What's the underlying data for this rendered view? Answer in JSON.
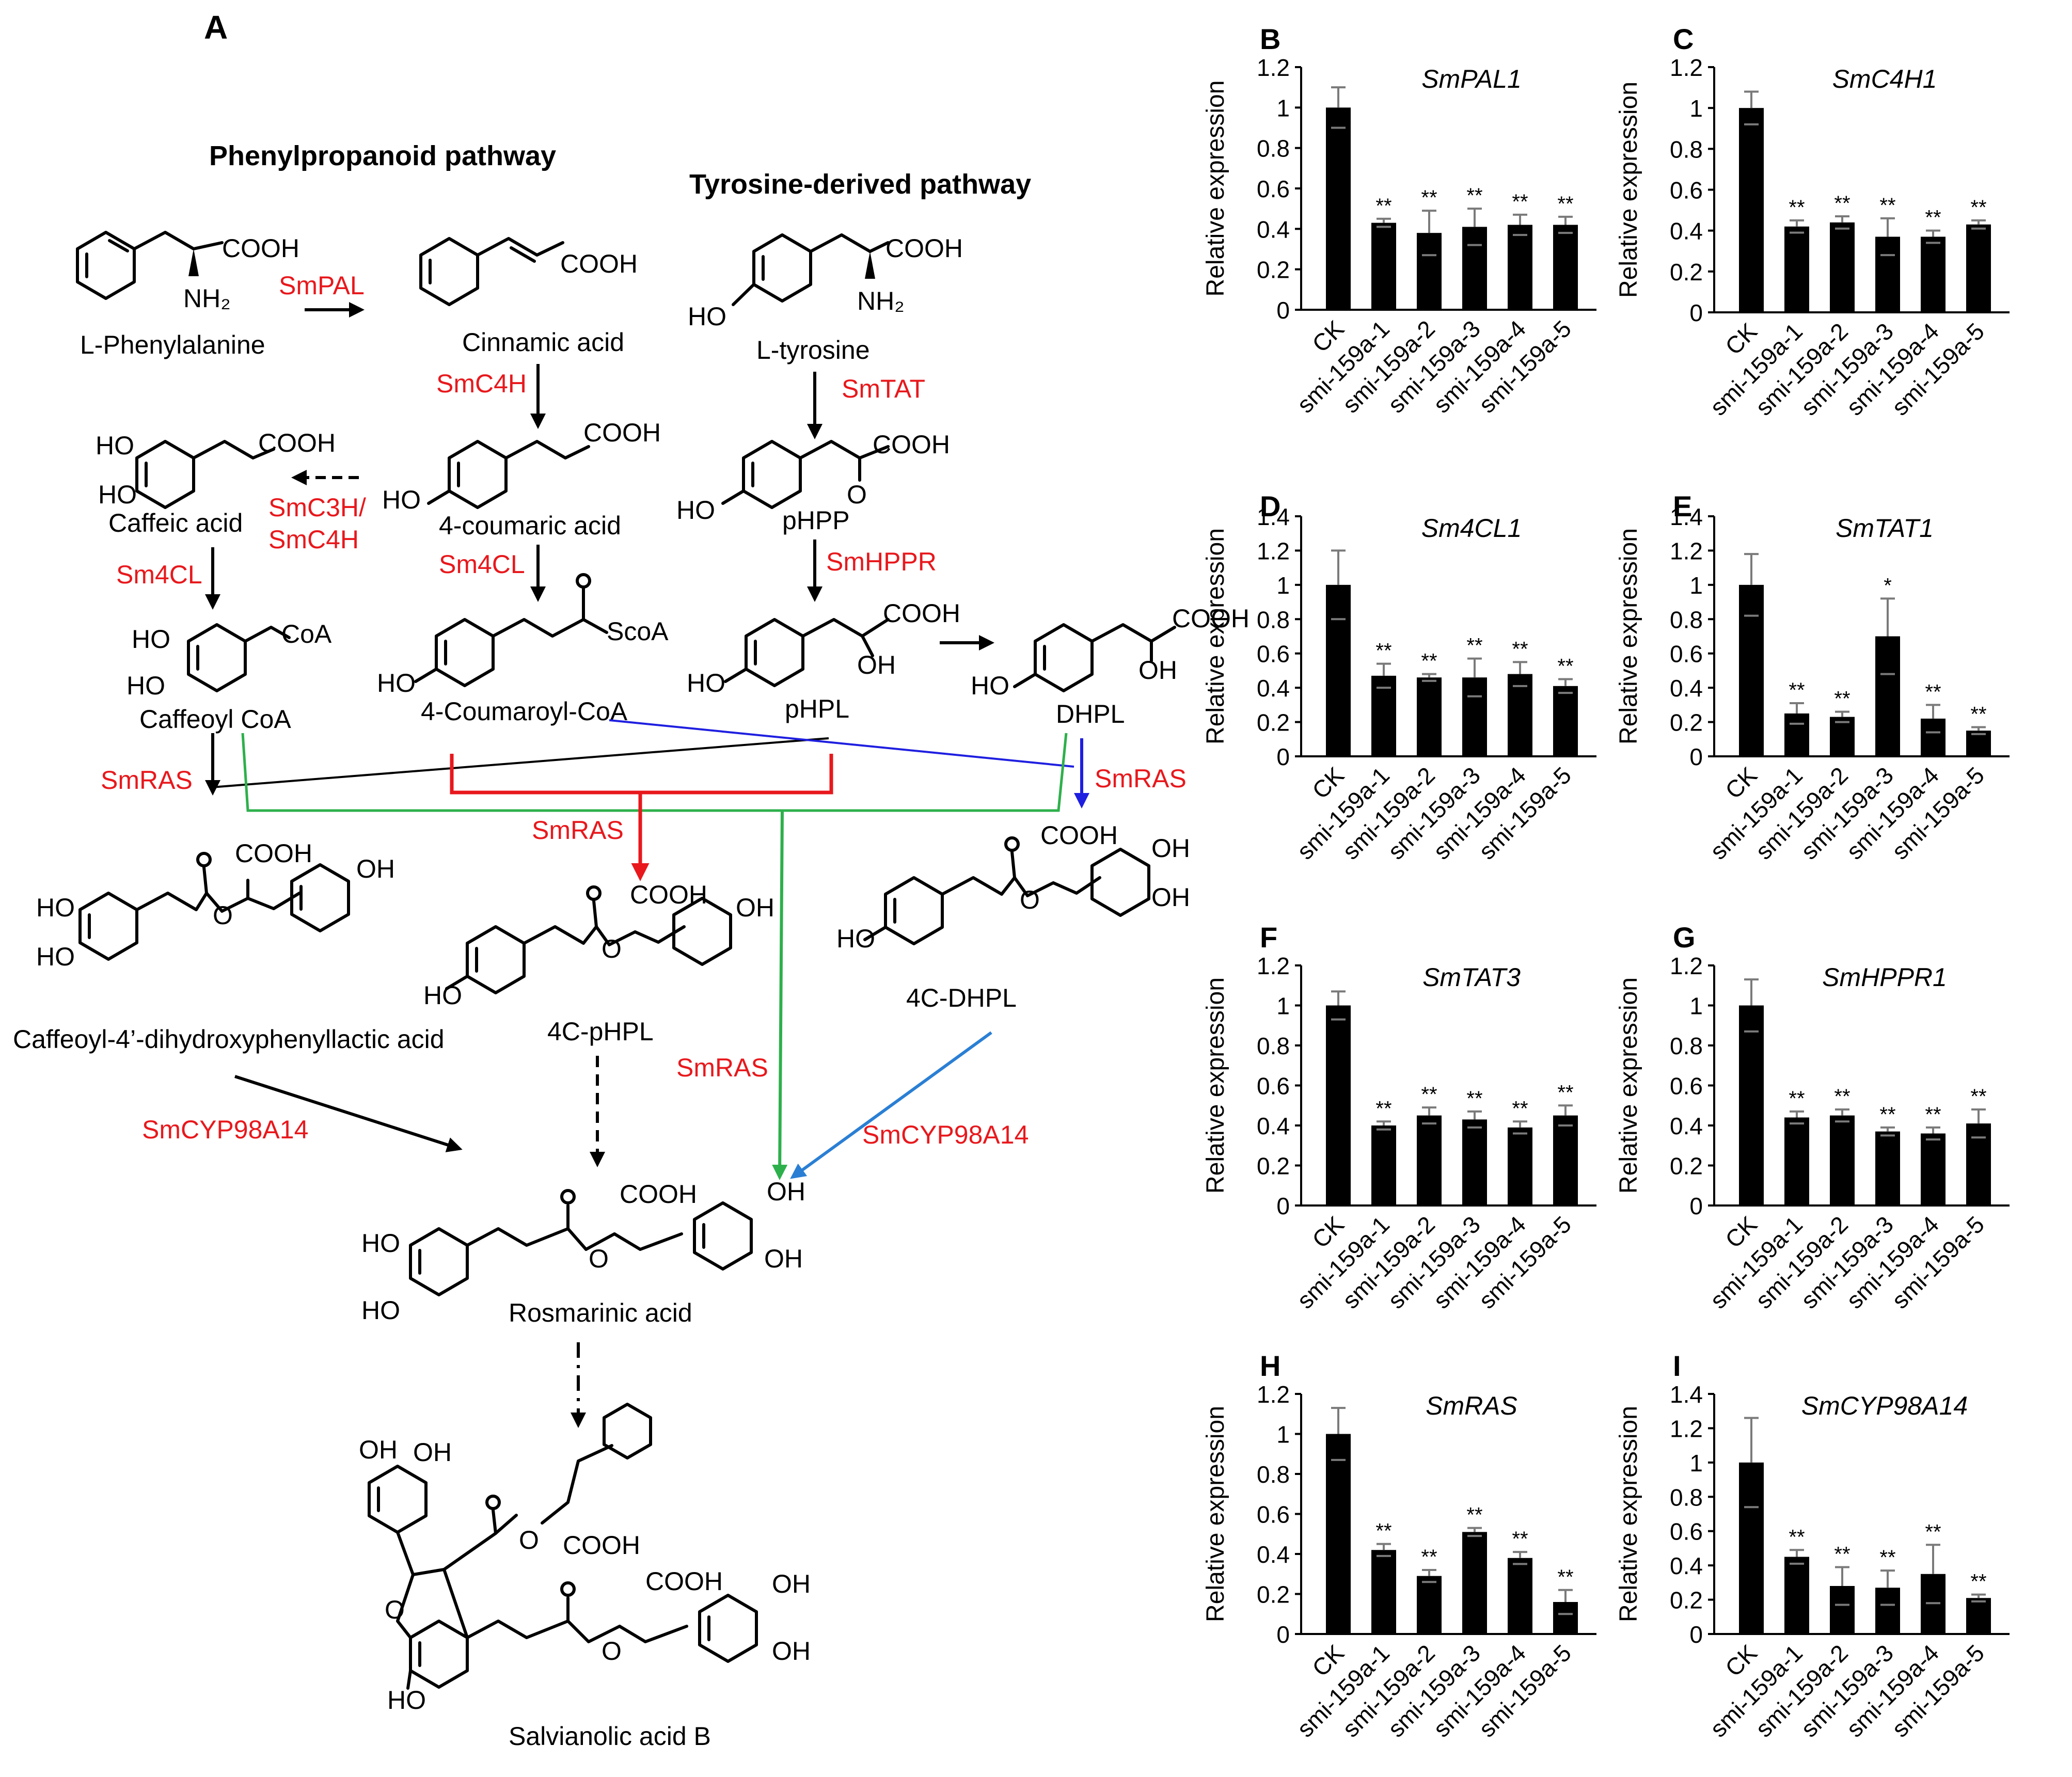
{
  "panel_a": {
    "letter": "A",
    "headers": {
      "phenylpropanoid": "Phenylpropanoid pathway",
      "tyrosine": "Tyrosine-derived pathway"
    },
    "compounds": {
      "phe": "L-Phenylalanine",
      "cinnamic": "Cinnamic acid",
      "tyr": "L-tyrosine",
      "coumaric": "4-coumaric acid",
      "caffeic": "Caffeic acid",
      "php": "pHPP",
      "coumaroyl_coa": "4-Coumaroyl-CoA",
      "caffeoyl_coa": "Caffeoyl CoA",
      "phpl": "pHPL",
      "dhpl": "DHPL",
      "caffeoyl_dhpl": "Caffeoyl-4’-dihydroxyphenyllactic acid",
      "c4_phpl": "4C-pHPL",
      "c4_dhpl": "4C-DHPL",
      "rosmarinic": "Rosmarinic acid",
      "salvianolic": "Salvianolic acid B"
    },
    "enzymes": {
      "pal": "SmPAL",
      "c4h": "SmC4H",
      "tat": "SmTAT",
      "c3h_line1": "SmC3H/",
      "c3h_line2": "SmC4H",
      "cl_left": "Sm4CL",
      "cl_mid": "Sm4CL",
      "hppr": "SmHPPR",
      "ras_left": "SmRAS",
      "ras_right": "SmRAS",
      "ras_mid": "SmRAS",
      "ras_low": "SmRAS",
      "cyp_left": "SmCYP98A14",
      "cyp_right": "SmCYP98A14"
    },
    "groups": {
      "cooh": "COOH",
      "nh2": "NH₂",
      "ho": "HO",
      "oh": "OH",
      "o": "O",
      "coa": "CoA",
      "scoa": "ScoA",
      "cooh_h": "COOH"
    },
    "colors": {
      "enzyme": "#e8181c",
      "ras_red": "#e8181c",
      "green": "#2db04b",
      "blue": "#1f1fe0",
      "cyp_blue": "#2a7fd4"
    }
  },
  "chart_data": [
    {
      "panel": "B",
      "type": "bar",
      "gene": "SmPAL1",
      "categories": [
        "CK",
        "smi-159a-1",
        "smi-159a-2",
        "smi-159a-3",
        "smi-159a-4",
        "smi-159a-5"
      ],
      "values": [
        1.0,
        0.43,
        0.38,
        0.41,
        0.42,
        0.42
      ],
      "errors": [
        0.1,
        0.02,
        0.11,
        0.09,
        0.05,
        0.04
      ],
      "significance": [
        "",
        "**",
        "**",
        "**",
        "**",
        "**"
      ],
      "ylabel": "Relative expression",
      "ylim": [
        0,
        1.2
      ],
      "yticks": [
        "0",
        "0.2",
        "0.4",
        "0.6",
        "0.8",
        "1",
        "1.2"
      ]
    },
    {
      "panel": "C",
      "type": "bar",
      "gene": "SmC4H1",
      "categories": [
        "CK",
        "smi-159a-1",
        "smi-159a-2",
        "smi-159a-3",
        "smi-159a-4",
        "smi-159a-5"
      ],
      "values": [
        1.0,
        0.42,
        0.44,
        0.37,
        0.37,
        0.43
      ],
      "errors": [
        0.08,
        0.03,
        0.03,
        0.09,
        0.03,
        0.02
      ],
      "significance": [
        "",
        "**",
        "**",
        "**",
        "**",
        "**"
      ],
      "ylabel": "Relative expression",
      "ylim": [
        0,
        1.2
      ],
      "yticks": [
        "0",
        "0.2",
        "0.4",
        "0.6",
        "0.8",
        "1",
        "1.2"
      ]
    },
    {
      "panel": "D",
      "type": "bar",
      "gene": "Sm4CL1",
      "categories": [
        "CK",
        "smi-159a-1",
        "smi-159a-2",
        "smi-159a-3",
        "smi-159a-4",
        "smi-159a-5"
      ],
      "values": [
        1.0,
        0.47,
        0.46,
        0.46,
        0.48,
        0.41
      ],
      "errors": [
        0.2,
        0.07,
        0.02,
        0.11,
        0.07,
        0.04
      ],
      "significance": [
        "",
        "**",
        "**",
        "**",
        "**",
        "**"
      ],
      "ylabel": "Relative expression",
      "ylim": [
        0,
        1.4
      ],
      "yticks": [
        "0",
        "0.2",
        "0.4",
        "0.6",
        "0.8",
        "1",
        "1.2",
        "1.4"
      ]
    },
    {
      "panel": "E",
      "type": "bar",
      "gene": "SmTAT1",
      "categories": [
        "CK",
        "smi-159a-1",
        "smi-159a-2",
        "smi-159a-3",
        "smi-159a-4",
        "smi-159a-5"
      ],
      "values": [
        1.0,
        0.25,
        0.23,
        0.7,
        0.22,
        0.15
      ],
      "errors": [
        0.18,
        0.06,
        0.03,
        0.22,
        0.08,
        0.02
      ],
      "significance": [
        "",
        "**",
        "**",
        "*",
        "**",
        "**"
      ],
      "ylabel": "Relative expression",
      "ylim": [
        0,
        1.4
      ],
      "yticks": [
        "0",
        "0.2",
        "0.4",
        "0.6",
        "0.8",
        "1",
        "1.2",
        "1.4"
      ]
    },
    {
      "panel": "F",
      "type": "bar",
      "gene": "SmTAT3",
      "categories": [
        "CK",
        "smi-159a-1",
        "smi-159a-2",
        "smi-159a-3",
        "smi-159a-4",
        "smi-159a-5"
      ],
      "values": [
        1.0,
        0.4,
        0.45,
        0.43,
        0.39,
        0.45
      ],
      "errors": [
        0.07,
        0.02,
        0.04,
        0.04,
        0.03,
        0.05
      ],
      "significance": [
        "",
        "**",
        "**",
        "**",
        "**",
        "**"
      ],
      "ylabel": "Relative expression",
      "ylim": [
        0,
        1.2
      ],
      "yticks": [
        "0",
        "0.2",
        "0.4",
        "0.6",
        "0.8",
        "1",
        "1.2"
      ]
    },
    {
      "panel": "G",
      "type": "bar",
      "gene": "SmHPPR1",
      "categories": [
        "CK",
        "smi-159a-1",
        "smi-159a-2",
        "smi-159a-3",
        "smi-159a-4",
        "smi-159a-5"
      ],
      "values": [
        1.0,
        0.44,
        0.45,
        0.37,
        0.36,
        0.41
      ],
      "errors": [
        0.13,
        0.03,
        0.03,
        0.02,
        0.03,
        0.07
      ],
      "significance": [
        "",
        "**",
        "**",
        "**",
        "**",
        "**"
      ],
      "ylabel": "Relative expression",
      "ylim": [
        0,
        1.2
      ],
      "yticks": [
        "0",
        "0.2",
        "0.4",
        "0.6",
        "0.8",
        "1",
        "1.2"
      ]
    },
    {
      "panel": "H",
      "type": "bar",
      "gene": "SmRAS",
      "categories": [
        "CK",
        "smi-159a-1",
        "smi-159a-2",
        "smi-159a-3",
        "smi-159a-4",
        "smi-159a-5"
      ],
      "values": [
        1.0,
        0.42,
        0.29,
        0.51,
        0.38,
        0.16
      ],
      "errors": [
        0.13,
        0.03,
        0.03,
        0.02,
        0.03,
        0.06
      ],
      "significance": [
        "",
        "**",
        "**",
        "**",
        "**",
        "**"
      ],
      "ylabel": "Relative expression",
      "ylim": [
        0,
        1.2
      ],
      "yticks": [
        "0",
        "0.2",
        "0.4",
        "0.6",
        "0.8",
        "1",
        "1.2"
      ]
    },
    {
      "panel": "I",
      "type": "bar",
      "gene": "SmCYP98A14",
      "categories": [
        "CK",
        "smi-159a-1",
        "smi-159a-2",
        "smi-159a-3",
        "smi-159a-4",
        "smi-159a-5"
      ],
      "values": [
        1.0,
        0.45,
        0.28,
        0.27,
        0.35,
        0.21
      ],
      "errors": [
        0.26,
        0.04,
        0.11,
        0.1,
        0.17,
        0.02
      ],
      "significance": [
        "",
        "**",
        "**",
        "**",
        "**",
        "**"
      ],
      "ylabel": "Relative expression",
      "ylim": [
        0,
        1.4
      ],
      "yticks": [
        "0",
        "0.2",
        "0.4",
        "0.6",
        "0.8",
        "1",
        "1.2",
        "1.4"
      ]
    }
  ]
}
